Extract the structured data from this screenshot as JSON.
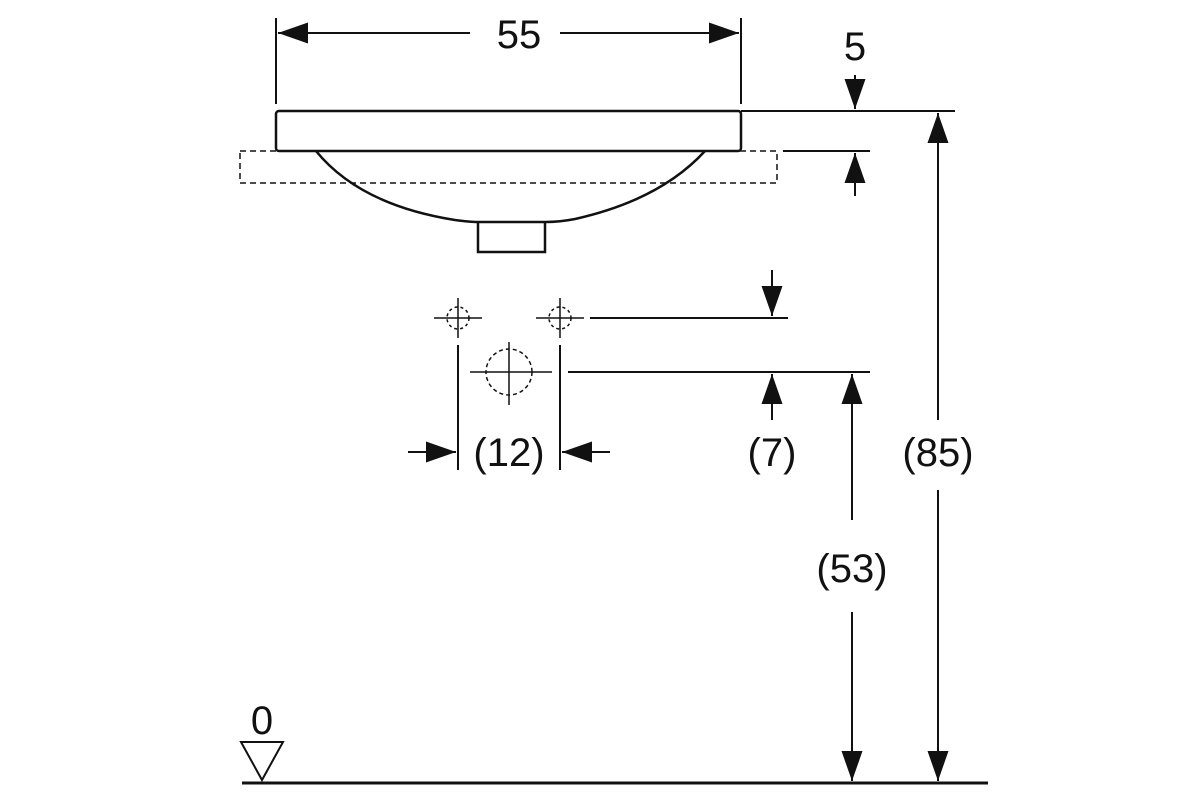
{
  "dimensions": {
    "width_top": "55",
    "rim_thickness": "5",
    "tap_spacing": "(12)",
    "tap_offset": "(7)",
    "tap_height": "(53)",
    "total_height": "(85)"
  },
  "floor_level": "0",
  "colors": {
    "line": "#111111",
    "background": "#ffffff"
  }
}
